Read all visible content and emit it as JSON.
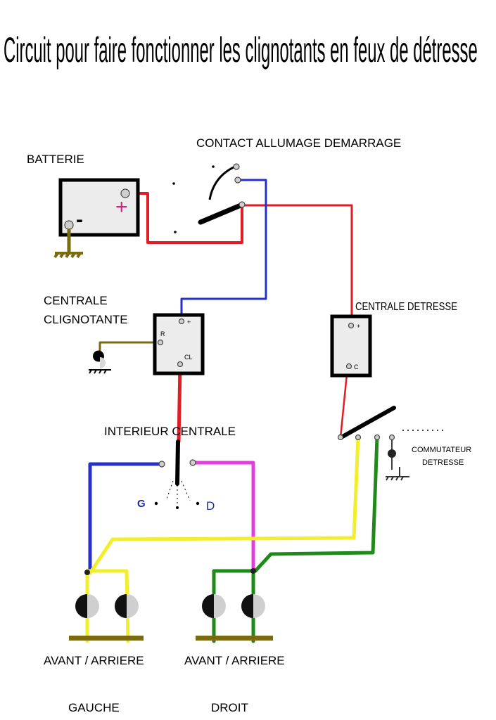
{
  "title": "Circuit pour faire fonctionner les clignotants en feux de détresse",
  "components": {
    "battery": {
      "label": "BATTERIE",
      "plus": "+",
      "minus": "-"
    },
    "ignition": {
      "label": "CONTACT ALLUMAGE DEMARRAGE"
    },
    "flasher": {
      "label_line1": "CENTRALE",
      "label_line2": "CLIGNOTANTE",
      "term_plus": "+",
      "term_r": "R",
      "term_cl": "CL"
    },
    "hazard_unit": {
      "label": "CENTRALE DETRESSE",
      "term_plus": "+",
      "term_c": "C"
    },
    "indicator_switch": {
      "label": "INTERIEUR CENTRALE",
      "left": "G",
      "right": "D"
    },
    "hazard_switch": {
      "label_line1": "COMMUTATEUR",
      "label_line2": "DETRESSE"
    },
    "lamps_left": {
      "label": "AVANT / ARRIERE",
      "side": "GAUCHE"
    },
    "lamps_right": {
      "label": "AVANT / ARRIERE",
      "side": "DROIT"
    }
  },
  "colors": {
    "red": "#e11c24",
    "blue": "#2630c8",
    "yellow": "#f2ee2c",
    "green": "#1f8a1a",
    "magenta": "#e040d8",
    "olive": "#7a6a10",
    "plus_sign": "#d6207a",
    "letter_blue": "#1a2aa0"
  }
}
